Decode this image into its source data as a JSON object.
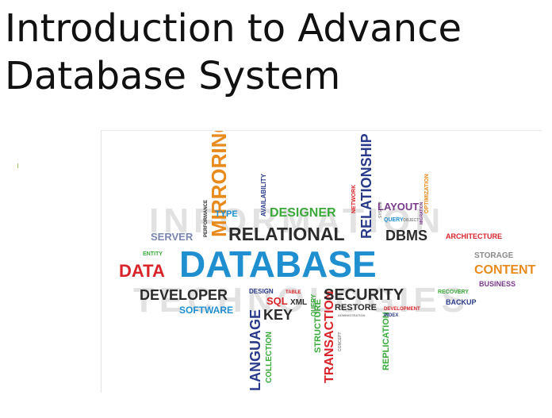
{
  "slide": {
    "title_line_1": "Introduction to Advance",
    "title_line_2": "Database System"
  },
  "word_cloud": {
    "background_text_1": "INFORMATION",
    "background_text_2": "TECHNOLOGIES",
    "words": {
      "database": "DATABASE",
      "relational": "RELATIONAL",
      "mirroring": "MIRRORING",
      "designer": "DESIGNER",
      "type": "TYPE",
      "server": "SERVER",
      "performance": "PERFORMANCE",
      "availability": "AVAILABILITY",
      "network": "NETWORK",
      "relationship": "RELATIONSHIP",
      "layout": "LAYOUT",
      "system": "SYSTEM",
      "query": "QUERY",
      "object": "OBJECT",
      "optimization": "OPTIMIZATION",
      "migration": "MIGRATION",
      "dbms": "DBMS",
      "architecture": "ARCHITECTURE",
      "entity": "ENTITY",
      "data": "DATA",
      "storage": "STORAGE",
      "content": "CONTENT",
      "business": "BUSINESS",
      "developer": "DEVELOPER",
      "design": "DESIGN",
      "table": "TABLE",
      "sql": "SQL",
      "xml": "XML",
      "query_vertical": "QUERY",
      "security": "SECURITY",
      "recovery": "RECOVERY",
      "backup": "BACKUP",
      "software": "SOFTWARE",
      "key": "KEY",
      "restore": "RESTORE",
      "development": "DEVELOPMENT",
      "administration": "ADMINISTRATION",
      "index": "INDEX",
      "language": "LANGUAGE",
      "collection": "COLLECTION",
      "structure": "STRUCTURE",
      "transaction": "TRANSACTION",
      "concept": "CONCEPT",
      "replication": "REPLICATION"
    },
    "colors": {
      "blue": "#1f8fd0",
      "dark": "#2b2b2b",
      "orange": "#e88a1c",
      "green": "#3aaa3a",
      "red": "#d8242a",
      "navy": "#2a3a8a",
      "gray": "#8a8a8a",
      "purple": "#7a3a8a"
    }
  }
}
